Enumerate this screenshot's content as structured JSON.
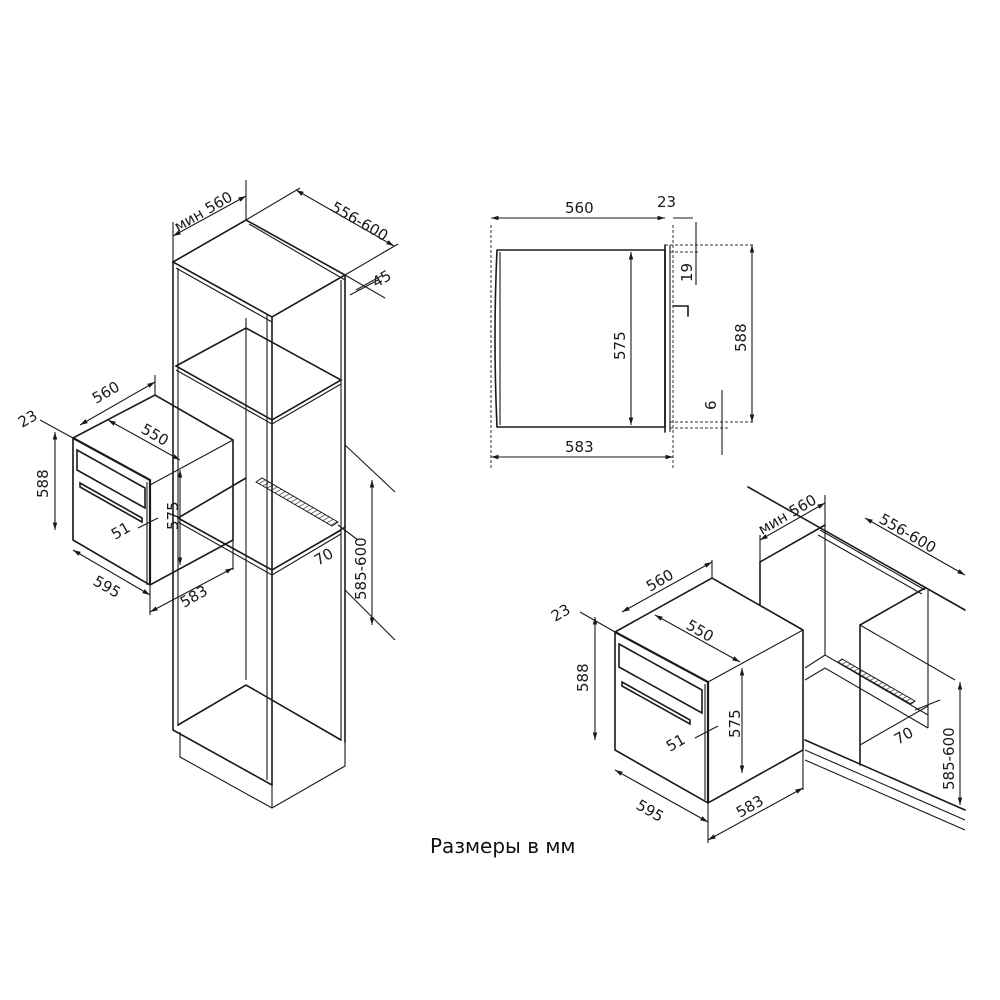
{
  "caption": "Размеры в мм",
  "units": "mm",
  "views": {
    "tall_cabinet": {
      "labels": {
        "cabinet_width": "мин 560",
        "cabinet_depth": "556-600",
        "panel_thickness": "45",
        "vent_depth": "70",
        "niche_height": "585-600"
      }
    },
    "oven_left": {
      "labels": {
        "depth_total": "560",
        "front_panel": "23",
        "inner_width": "550",
        "height": "588",
        "inner_height": "575",
        "handle_offset": "51",
        "width": "595",
        "depth_body": "583"
      }
    },
    "side_view": {
      "labels": {
        "body_depth": "560",
        "front_panel": "23",
        "top_offset": "19",
        "body_height": "575",
        "total_height": "588",
        "bottom_offset": "6",
        "total_depth": "583"
      }
    },
    "under_counter": {
      "labels": {
        "cabinet_width": "мин 560",
        "cabinet_depth": "556-600",
        "vent_depth": "70",
        "niche_height": "585-600"
      }
    },
    "oven_right": {
      "labels": {
        "depth_total": "560",
        "front_panel": "23",
        "inner_width": "550",
        "height": "588",
        "inner_height": "575",
        "handle_offset": "51",
        "width": "595",
        "depth_body": "583"
      }
    }
  }
}
